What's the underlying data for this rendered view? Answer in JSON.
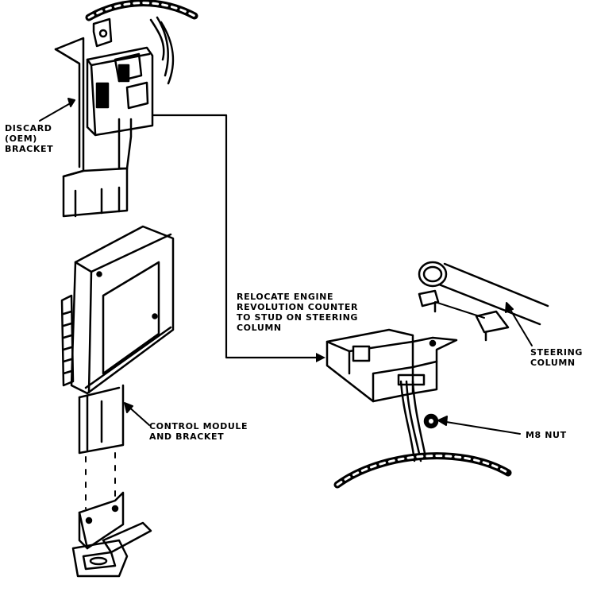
{
  "labels": {
    "discard_bracket": [
      "DISCARD",
      "(OEM)",
      "BRACKET"
    ],
    "relocate": [
      "RELOCATE ENGINE",
      "REVOLUTION COUNTER",
      "TO STUD ON STEERING",
      "COLUMN"
    ],
    "control_module": [
      "CONTROL MODULE",
      "AND BRACKET"
    ],
    "steering_column": [
      "STEERING",
      "COLUMN"
    ],
    "m8_nut": "M8 NUT"
  },
  "colors": {
    "ink": "#000000",
    "paper": "#ffffff"
  }
}
